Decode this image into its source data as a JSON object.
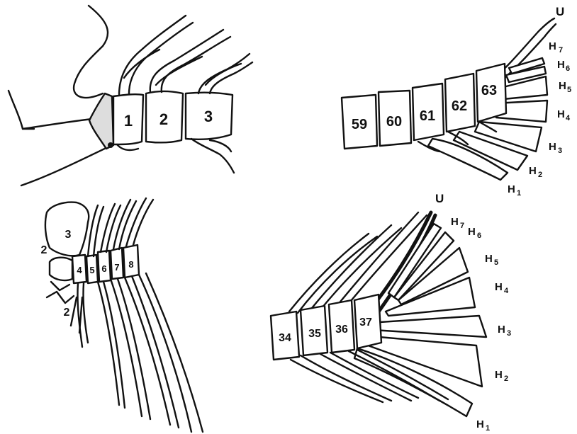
{
  "panel_a": {
    "vertebrae": [
      "1",
      "2",
      "3"
    ]
  },
  "panel_b": {
    "vertebrae": [
      "59",
      "60",
      "61",
      "62",
      "63"
    ],
    "urostyle": "U",
    "hypurals": [
      {
        "letter": "H",
        "sub": "7"
      },
      {
        "letter": "H",
        "sub": "6"
      },
      {
        "letter": "H",
        "sub": "5"
      },
      {
        "letter": "H",
        "sub": "4"
      },
      {
        "letter": "H",
        "sub": "3"
      },
      {
        "letter": "H",
        "sub": "2"
      },
      {
        "letter": "H",
        "sub": "1"
      }
    ]
  },
  "panel_c": {
    "labels": [
      "2",
      "3",
      "2",
      "4",
      "5",
      "6",
      "7",
      "8"
    ]
  },
  "panel_d": {
    "vertebrae": [
      "34",
      "35",
      "36",
      "37"
    ],
    "urostyle": "U",
    "hypurals": [
      {
        "letter": "H",
        "sub": "7"
      },
      {
        "letter": "H",
        "sub": "6"
      },
      {
        "letter": "H",
        "sub": "5"
      },
      {
        "letter": "H",
        "sub": "4"
      },
      {
        "letter": "H",
        "sub": "3"
      },
      {
        "letter": "H",
        "sub": "2"
      },
      {
        "letter": "H",
        "sub": "1"
      }
    ]
  }
}
